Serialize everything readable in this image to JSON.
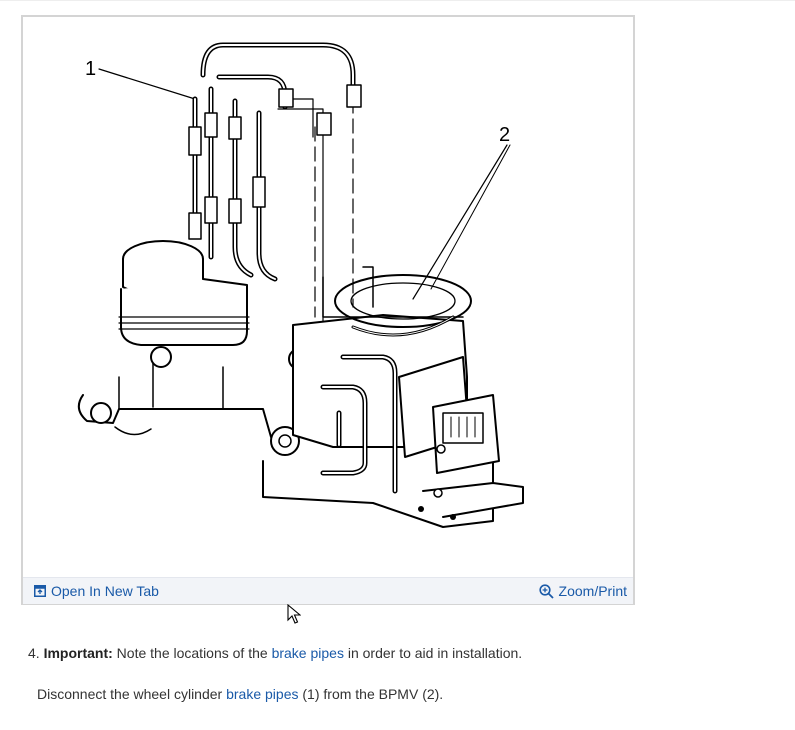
{
  "figure": {
    "callout_1": "1",
    "callout_2": "2",
    "open_in_new_tab": "Open In New Tab",
    "zoom_print": "Zoom/Print"
  },
  "step": {
    "number": "4.",
    "important_label": "Important:",
    "text_before": " Note the locations of the ",
    "link": "brake pipes",
    "text_after": " in order to aid in installation."
  },
  "instruction": {
    "text_before": "Disconnect the wheel cylinder ",
    "link": "brake pipes",
    "text_after": " (1) from the BPMV (2)."
  },
  "icons": {
    "open_tab": "open-in-new-tab-icon",
    "zoom": "zoom-in-icon",
    "cursor": "mouse-pointer-icon"
  },
  "colors": {
    "link": "#1a5aa8",
    "toolbar_bg": "#f2f4f8",
    "frame_border": "#d4d4d4"
  }
}
